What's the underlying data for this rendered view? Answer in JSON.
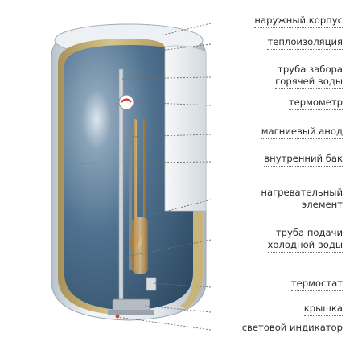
{
  "labels": {
    "outer_casing": "наружный корпус",
    "insulation": "теплоизоляция",
    "hot_pipe_1": "труба забора",
    "hot_pipe_2": "горячей воды",
    "thermometer": "термометр",
    "anode": "магниевый анод",
    "inner_tank": "внутренний бак",
    "heater_1": "нагревательный",
    "heater_2": "элемент",
    "cold_pipe_1": "труба подачи",
    "cold_pipe_2": "холодной воды",
    "thermostat": "термостат",
    "cover": "крышка",
    "indicator": "световой индикатор"
  },
  "colors": {
    "casing": "#e4e9ee",
    "insulation": "#c9b57a",
    "tank": "#4d6f8c",
    "pipe": "#c8ccd0",
    "heater": "#c9a46a",
    "leader": "#6f6f6f"
  }
}
